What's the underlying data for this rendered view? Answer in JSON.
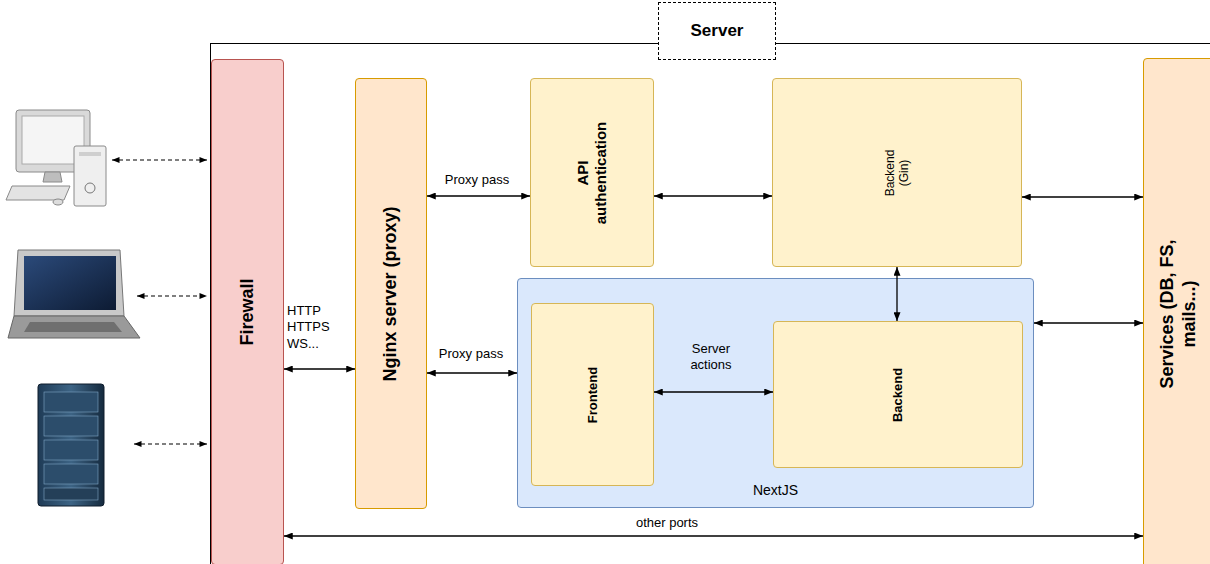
{
  "diagram": {
    "nodes": [
      {
        "text": [
          "Server"
        ]
      },
      {
        "text": [
          "Firewall"
        ],
        "in": 0
      },
      {
        "text": [
          "Nginx server (proxy)"
        ],
        "in": 0
      },
      {
        "text": [
          "API authentication"
        ],
        "in": 0
      },
      {
        "text": [
          "Backend (Gin)"
        ],
        "in": 0
      },
      {
        "text": [
          "NextJS"
        ],
        "in": 0
      },
      {
        "text": [
          "Frontend"
        ],
        "in": 5
      },
      {
        "text": [
          "Backend"
        ],
        "in": 5
      },
      {
        "text": [
          "Services (DB, FS, mails...)"
        ],
        "in": 0
      }
    ],
    "edges": [
      {
        "from": 1,
        "to": 2,
        "label": "HTTP HTTPS WS...",
        "arrow": "both"
      },
      {
        "from": 2,
        "to": 3,
        "label": "Proxy pass",
        "arrow": "both"
      },
      {
        "from": 2,
        "to": 5,
        "label": "Proxy pass",
        "arrow": "both"
      },
      {
        "from": 3,
        "to": 4,
        "arrow": "both"
      },
      {
        "from": 4,
        "to": 8,
        "arrow": "both"
      },
      {
        "from": 4,
        "to": 7,
        "arrow": "both"
      },
      {
        "from": 6,
        "to": 7,
        "label": "Server actions",
        "arrow": "both"
      },
      {
        "from": 5,
        "to": 8,
        "arrow": "both"
      },
      {
        "from": 1,
        "to": 8,
        "label": "other ports",
        "arrow": "both"
      }
    ]
  }
}
